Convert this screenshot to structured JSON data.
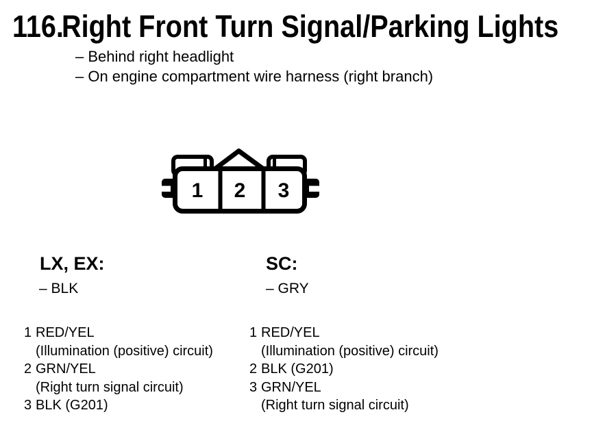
{
  "page": {
    "number": "116.",
    "title": "Right Front Turn Signal/Parking Lights",
    "location_notes": [
      "– Behind right headlight",
      "– On engine compartment wire harness (right branch)"
    ]
  },
  "connector": {
    "cavity_count": 3,
    "pins": [
      "1",
      "2",
      "3"
    ]
  },
  "variants": [
    {
      "name": "LX, EX:",
      "color_note": "– BLK",
      "pins": [
        {
          "num": "1",
          "wire": "RED/YEL",
          "desc": "(Illumination (positive) circuit)"
        },
        {
          "num": "2",
          "wire": "GRN/YEL",
          "desc": "(Right turn signal circuit)"
        },
        {
          "num": "3",
          "wire": "BLK (G201)",
          "desc": ""
        }
      ]
    },
    {
      "name": "SC:",
      "color_note": "– GRY",
      "pins": [
        {
          "num": "1",
          "wire": "RED/YEL",
          "desc": "(Illumination (positive) circuit)"
        },
        {
          "num": "2",
          "wire": "BLK (G201)",
          "desc": ""
        },
        {
          "num": "3",
          "wire": "GRN/YEL",
          "desc": "(Right turn signal circuit)"
        }
      ]
    }
  ],
  "colors": {
    "ink": "#000000",
    "paper": "#ffffff"
  }
}
